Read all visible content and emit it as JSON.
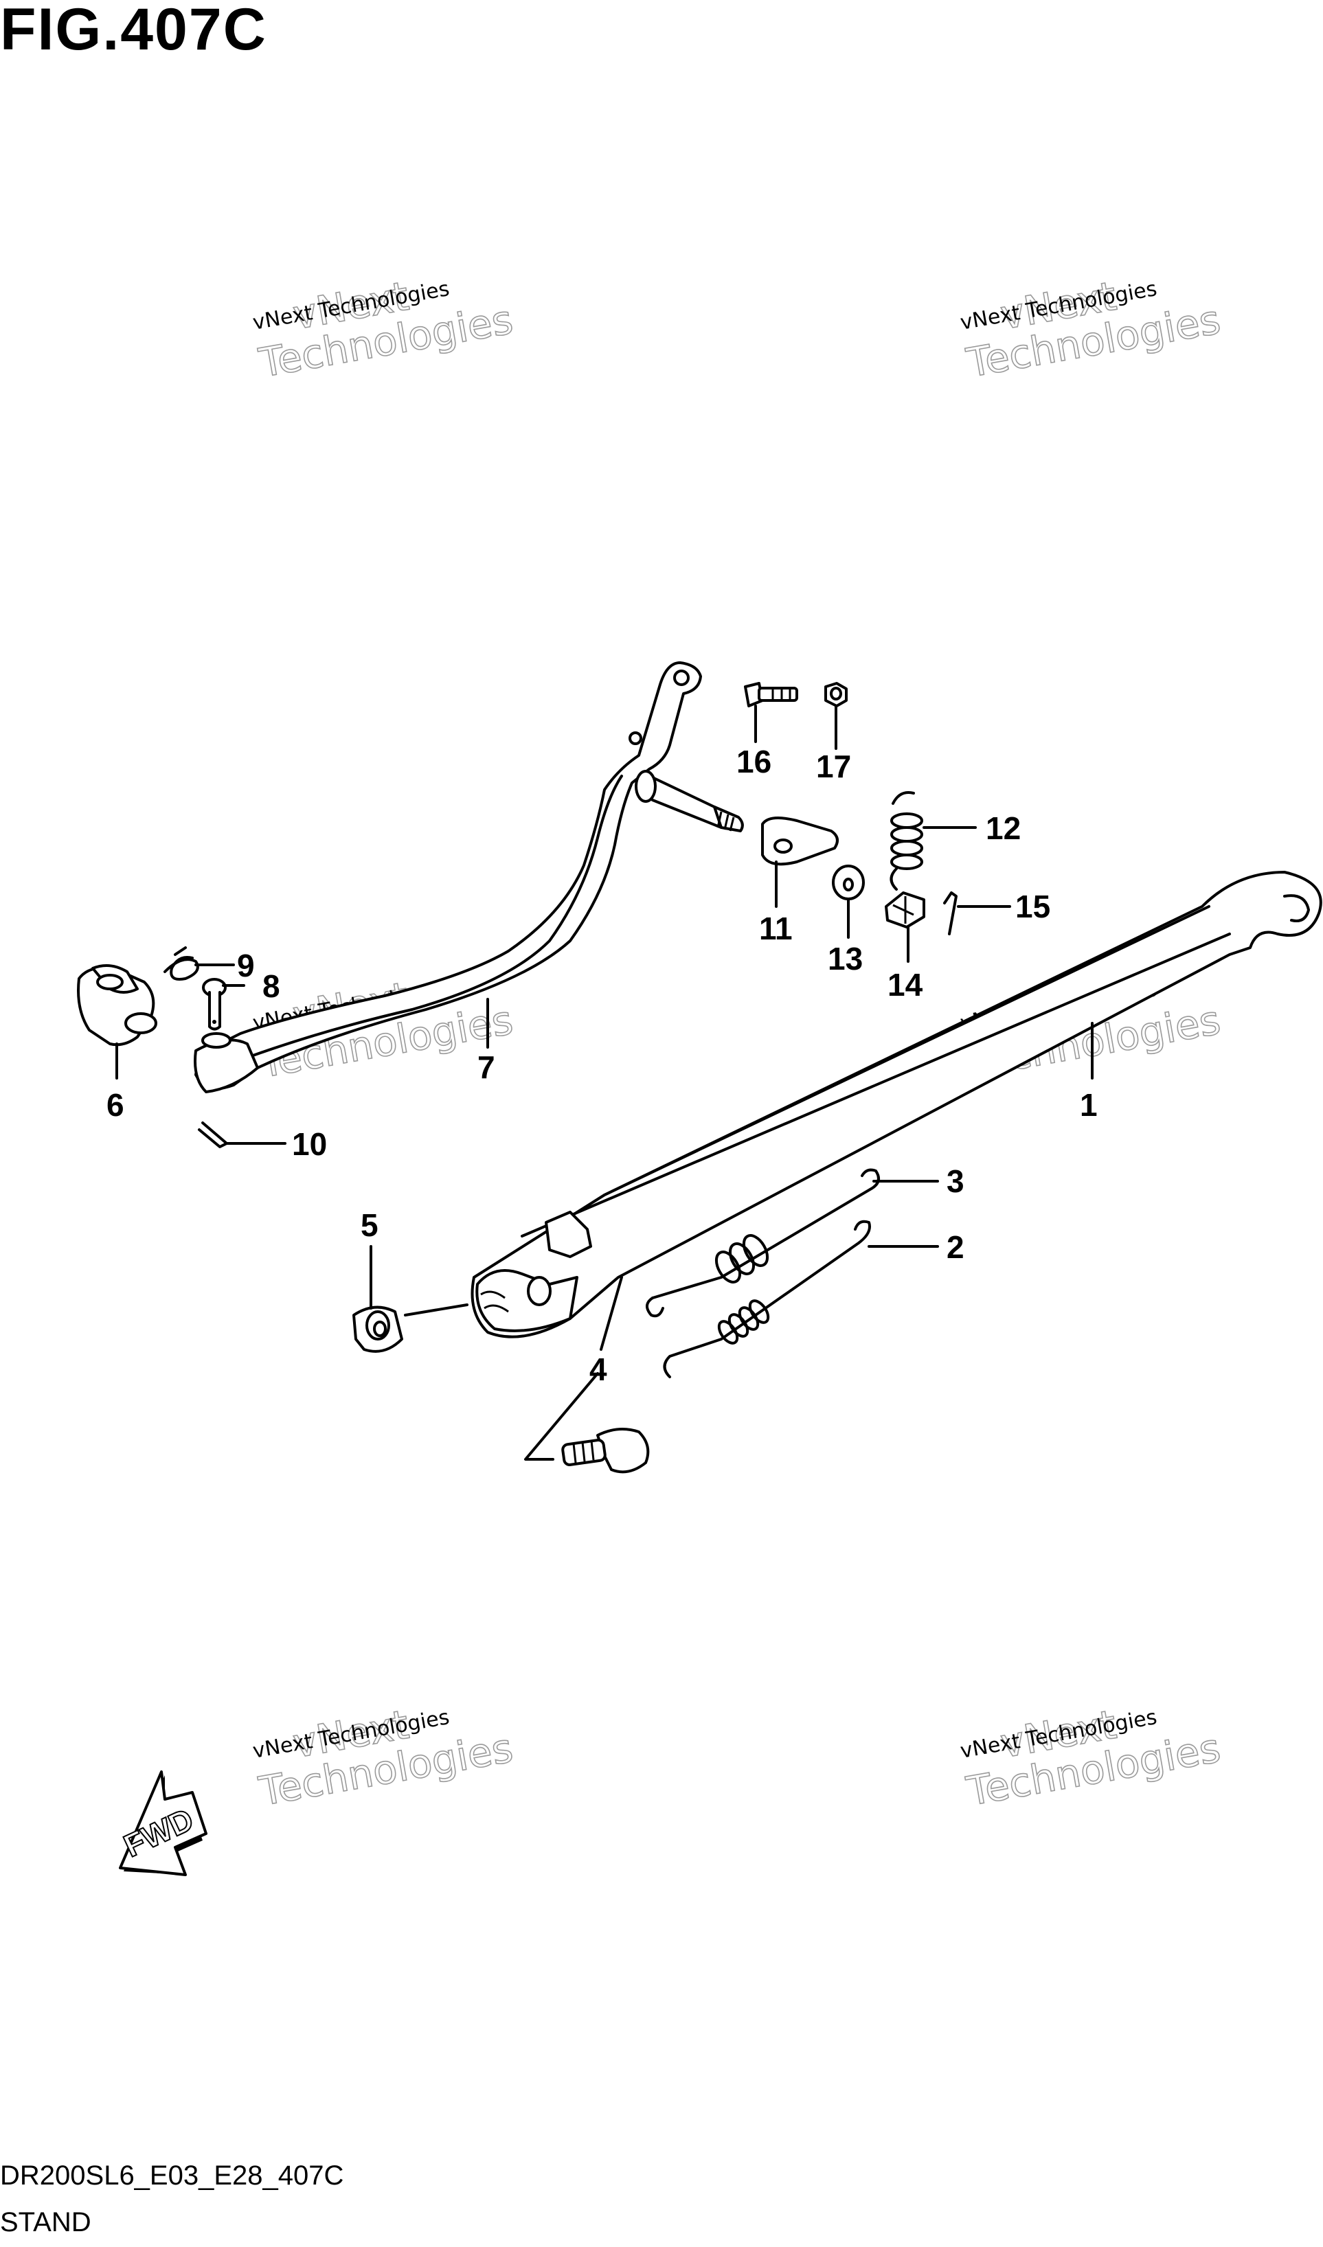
{
  "header": {
    "title": "FIG.407C"
  },
  "watermark": {
    "line1": "vNext Technologies",
    "line2": "vNext",
    "line3": "Technologies"
  },
  "callouts": {
    "c1": "1",
    "c2": "2",
    "c3": "3",
    "c4": "4",
    "c5": "5",
    "c6": "6",
    "c7": "7",
    "c8": "8",
    "c9": "9",
    "c10": "10",
    "c11": "11",
    "c12": "12",
    "c13": "13",
    "c14": "14",
    "c15": "15",
    "c16": "16",
    "c17": "17"
  },
  "fwd_label": "FWD",
  "footer": {
    "code": "DR200SL6_E03_E28_407C",
    "name": "STAND"
  }
}
